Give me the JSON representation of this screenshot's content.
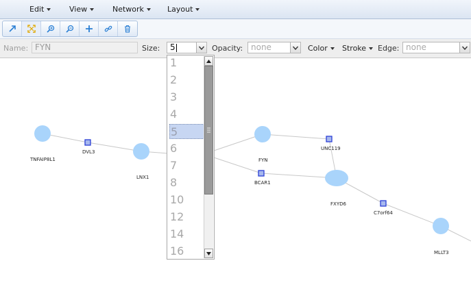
{
  "menubar": {
    "items": [
      {
        "label": "Edit"
      },
      {
        "label": "View"
      },
      {
        "label": "Network"
      },
      {
        "label": "Layout"
      }
    ]
  },
  "toolbar": {
    "buttons": [
      {
        "icon": "arrow-select-icon"
      },
      {
        "icon": "fit-screen-icon"
      },
      {
        "icon": "zoom-in-icon"
      },
      {
        "icon": "zoom-out-icon"
      },
      {
        "icon": "add-node-icon"
      },
      {
        "icon": "link-icon"
      },
      {
        "icon": "trash-icon"
      }
    ]
  },
  "stylebar": {
    "name_label": "Name:",
    "name_placeholder": "FYN",
    "size_label": "Size:",
    "size_value": "5",
    "opacity_label": "Opacity:",
    "opacity_value": "none",
    "color_label": "Color",
    "stroke_label": "Stroke",
    "edge_label": "Edge:",
    "edge_value": "none"
  },
  "size_dropdown": {
    "options": [
      "1",
      "2",
      "3",
      "4",
      "5",
      "6",
      "7",
      "8",
      "10",
      "12",
      "14",
      "16"
    ],
    "selected": "5"
  },
  "graph": {
    "nodes": {
      "TNFAIP8L1": "TNFAIP8L1",
      "DVL3": "DVL3",
      "LNX1": "LNX1",
      "FYN": "FYN",
      "UNC119": "UNC119",
      "BCAR1": "BCAR1",
      "FXYD6": "FXYD6",
      "C7orf64": "C7orf64",
      "MLLT3": "MLLT3"
    },
    "colors": {
      "round_node_fill": "#a9d4fb",
      "square_node_fill": "#a7b8ee",
      "square_node_stroke": "#2b3fd6",
      "edge": "#c8c8c8"
    }
  }
}
